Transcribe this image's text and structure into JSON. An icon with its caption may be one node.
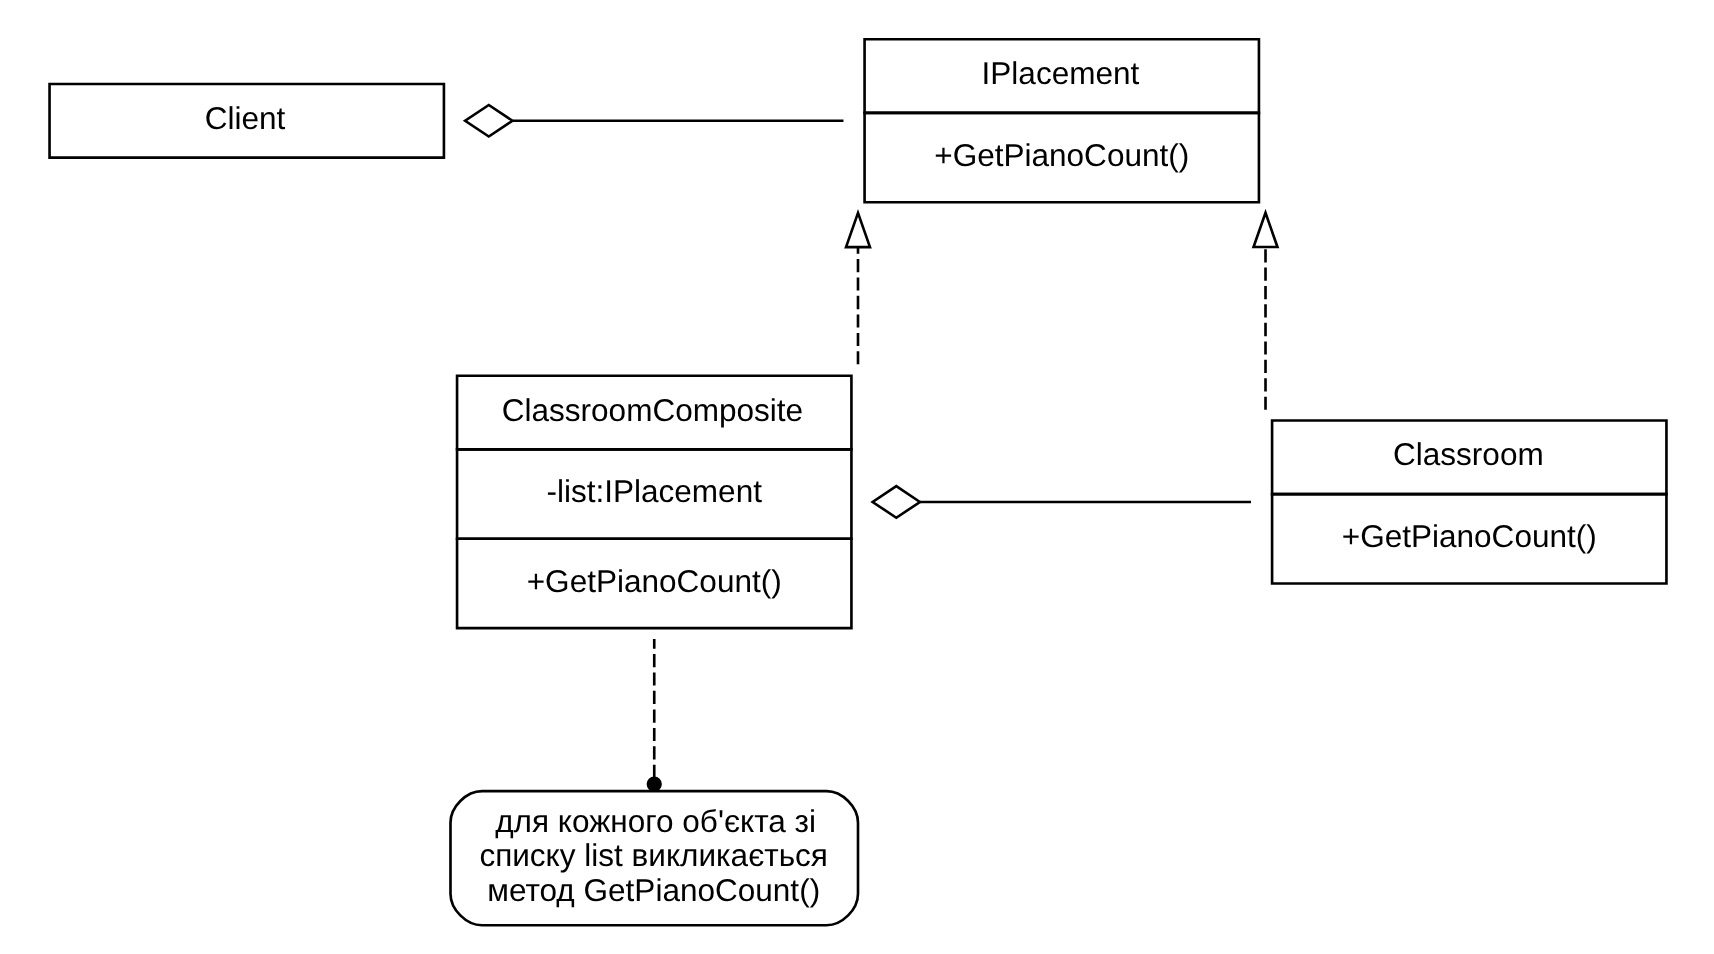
{
  "diagram": {
    "nodes": [
      {
        "text": [
          "Client"
        ]
      },
      {
        "text": [
          "IPlacement",
          "+GetPianoCount()"
        ]
      },
      {
        "text": [
          "Classroom",
          "+GetPianoCount()"
        ]
      },
      {
        "text": [
          "ClassroomComposite",
          "-list:IPlacement",
          "+GetPianoCount()"
        ]
      },
      {
        "text": [
          "для кожного об'єкта зі списку list викликається метод GetPianoCount()"
        ]
      }
    ],
    "edges": [
      {
        "from": 0,
        "to": 1,
        "arrow": "other"
      },
      {
        "from": 2,
        "to": 1,
        "arrow": "to",
        "style": "dashed"
      },
      {
        "from": 3,
        "to": 1,
        "arrow": "to",
        "style": "dashed"
      },
      {
        "from": 3,
        "to": 2,
        "arrow": "other"
      },
      {
        "from": 4,
        "to": 3,
        "arrow": "other",
        "style": "dashed"
      }
    ]
  }
}
